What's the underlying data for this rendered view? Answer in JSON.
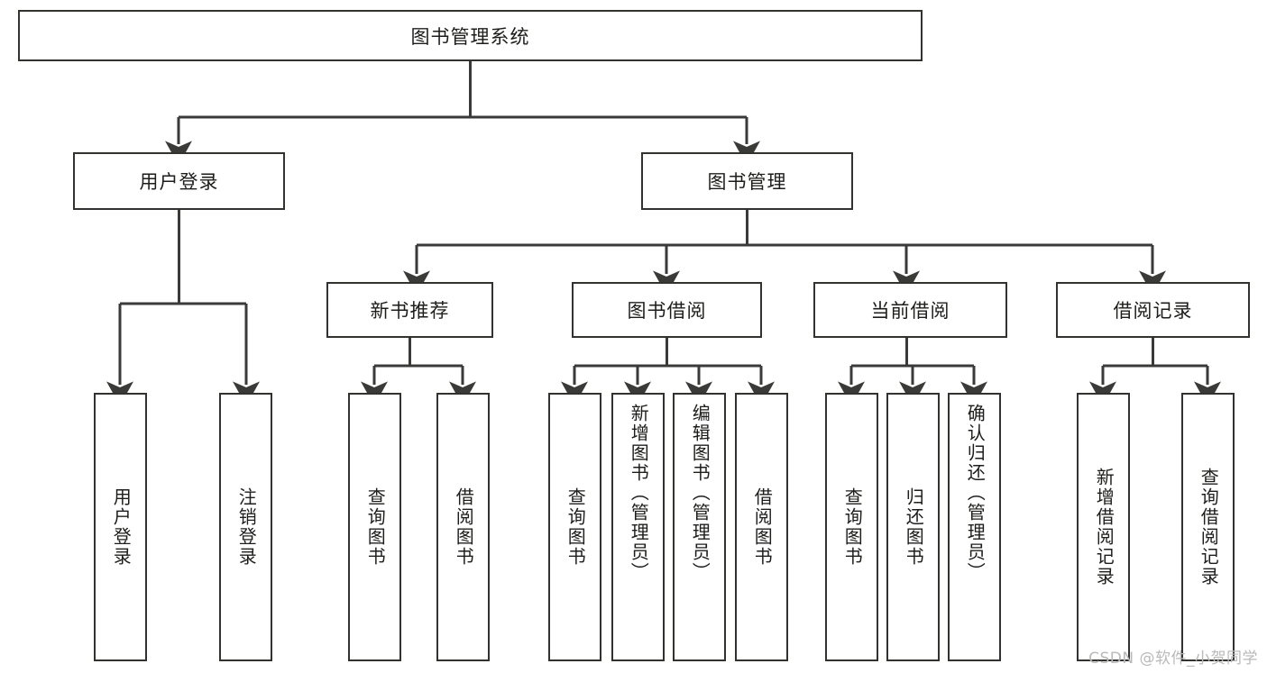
{
  "diagram": {
    "title": "图书管理系统",
    "type": "tree",
    "orientation": "top-down",
    "colors": {
      "box_border": "#33322f",
      "box_fill": "#ffffff",
      "edge": "#3a3a38",
      "text": "#1d1d1b",
      "watermark": "#b9b9b9",
      "background": "#ffffff"
    },
    "root": {
      "label": "图书管理系统"
    },
    "level2": [
      {
        "label": "用户登录"
      },
      {
        "label": "图书管理"
      }
    ],
    "level3": [
      {
        "label": "新书推荐"
      },
      {
        "label": "图书借阅"
      },
      {
        "label": "当前借阅"
      },
      {
        "label": "借阅记录"
      }
    ],
    "leaves": {
      "user_login": [
        {
          "label": "用户登录"
        },
        {
          "label": "注销登录"
        }
      ],
      "new_book_recommend": [
        {
          "label": "查询图书"
        },
        {
          "label": "借阅图书"
        }
      ],
      "book_borrow": [
        {
          "label": "查询图书"
        },
        {
          "label": "新增图书（管理员）"
        },
        {
          "label": "编辑图书（管理员）"
        },
        {
          "label": "借阅图书"
        }
      ],
      "current_borrow": [
        {
          "label": "查询图书"
        },
        {
          "label": "归还图书"
        },
        {
          "label": "确认归还（管理员）"
        }
      ],
      "borrow_record": [
        {
          "label": "新增借阅记录"
        },
        {
          "label": "查询借阅记录"
        }
      ]
    }
  },
  "watermark": {
    "text": "CSDN @软件_小贺同学"
  }
}
